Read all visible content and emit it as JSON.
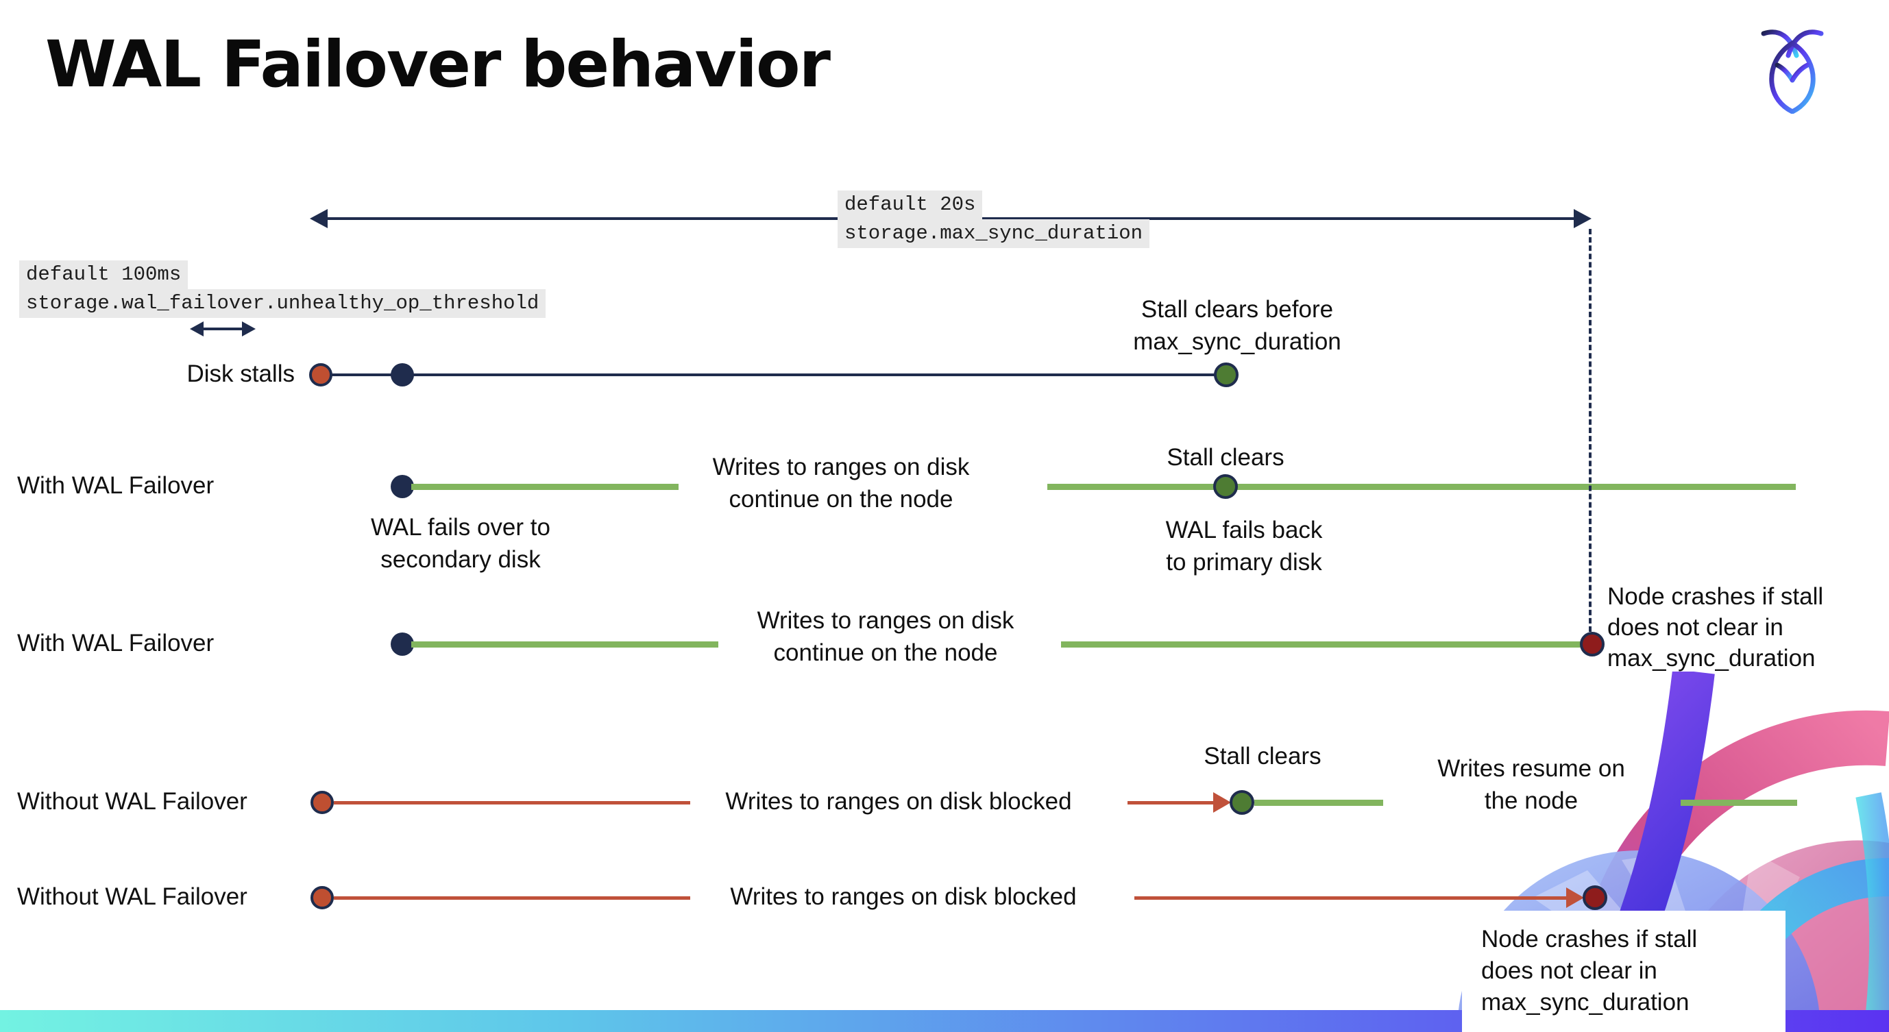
{
  "title": "WAL Failover behavior",
  "settings": {
    "max_sync": {
      "default": "default 20s",
      "name": "storage.max_sync_duration"
    },
    "unhealthy": {
      "default": "default 100ms",
      "name": "storage.wal_failover.unhealthy_op_threshold"
    }
  },
  "rows": {
    "disk_stalls": {
      "label": "Disk stalls",
      "stall_clears": "Stall clears before\nmax_sync_duration"
    },
    "with1": {
      "label": "With WAL Failover",
      "fails_over": "WAL fails over to\nsecondary disk",
      "writes_continue": "Writes to ranges on disk\ncontinue on the node",
      "stall_clears": "Stall clears",
      "fails_back": "WAL fails  back\nto primary disk"
    },
    "with2": {
      "label": "With WAL Failover",
      "writes_continue": "Writes to ranges on disk\ncontinue on the node",
      "node_crashes": "Node crashes if stall\ndoes not clear in\nmax_sync_duration"
    },
    "without1": {
      "label": "Without WAL Failover",
      "writes_blocked": "Writes to ranges on disk  blocked",
      "stall_clears": "Stall clears",
      "writes_resume": "Writes resume on\nthe node"
    },
    "without2": {
      "label": "Without WAL Failover",
      "writes_blocked": "Writes to ranges on disk  blocked",
      "node_crashes": "Node crashes if stall\ndoes not clear in\nmax_sync_duration"
    }
  },
  "colors": {
    "navy": "#1f2c4d",
    "green_line": "#82b55e",
    "green_dot": "#4e7c33",
    "red_line": "#c0513a",
    "red_dot": "#bf4f31",
    "dark_red_dot": "#8e1c1c",
    "code_background": "#e9e9e9",
    "footer_gradient_left": "#73f2e2",
    "footer_gradient_right": "#5b33f1"
  }
}
